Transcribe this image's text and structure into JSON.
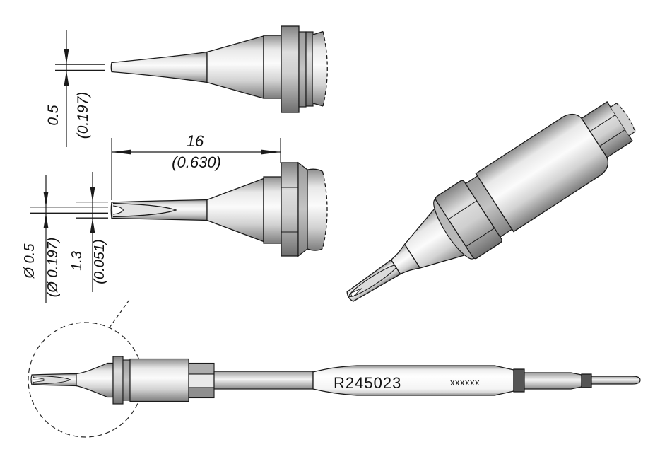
{
  "drawing": {
    "part_number": "R245023",
    "serial_placeholder": "xxxxxx",
    "line_color": "#1a1a1a",
    "dimensions": {
      "tip_thickness_mm": "0.5",
      "tip_thickness_in": "(0.197)",
      "tip_length_mm": "16",
      "tip_length_in": "(0.630)",
      "tip_diameter_mm": "Ø 0.5",
      "tip_diameter_in": "(Ø 0.197)",
      "blade_width_mm": "1.3",
      "blade_width_in": "(0.051)"
    }
  }
}
